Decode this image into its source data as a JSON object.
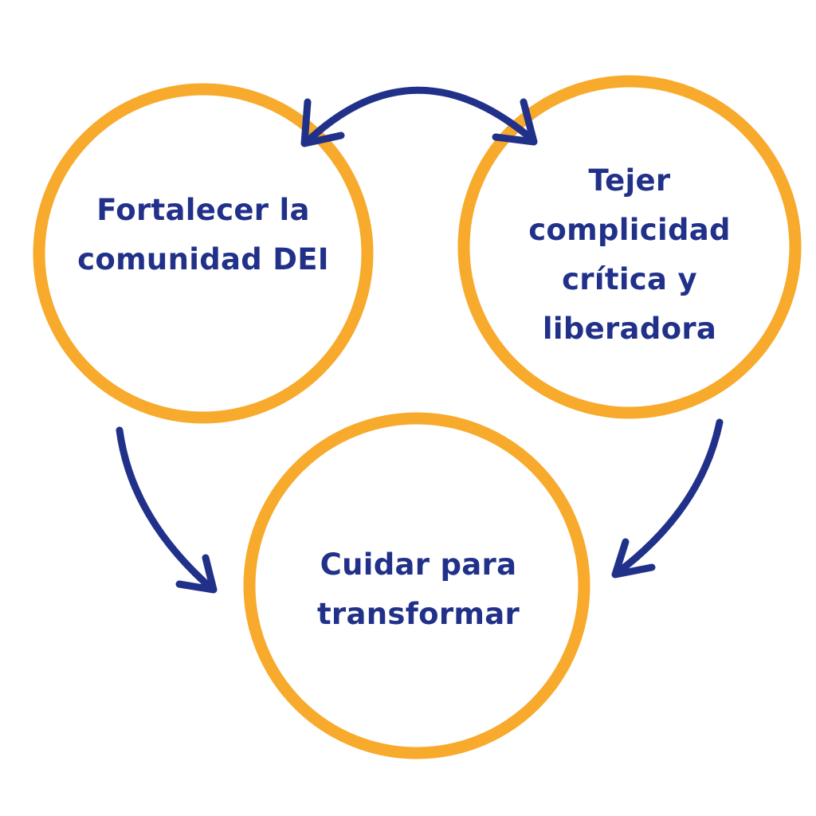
{
  "colors": {
    "circle_stroke": "#F7AA2C",
    "circle_fill": "#FFFFFF",
    "arrow": "#21318A",
    "text": "#21318A"
  },
  "nodes": {
    "left": {
      "label": "Fortalecer la\ncomunidad DEI"
    },
    "right": {
      "label": "Tejer\ncomplicidad\ncrítica y\nliberadora"
    },
    "bottom": {
      "label": "Cuidar para\ntransformar"
    }
  },
  "arrows": [
    {
      "from": "left",
      "to": "right",
      "bidirectional": true
    },
    {
      "from": "left",
      "to": "bottom",
      "bidirectional": false
    },
    {
      "from": "right",
      "to": "bottom",
      "bidirectional": false
    }
  ]
}
